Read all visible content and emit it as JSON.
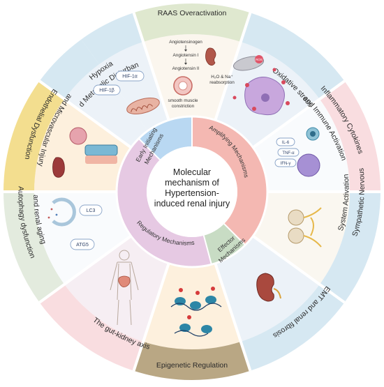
{
  "center": {
    "lines": [
      "Molecular",
      "mechanism of",
      "Hypertension-",
      "induced renal injury"
    ]
  },
  "inner_ring": {
    "early": [
      "Early Initiating",
      "Mechanisms"
    ],
    "amplifying": "Amplifying Mechanisms",
    "regulatory": "Regulatory Mechanisms",
    "effector": [
      "Effector",
      "Mechanisms"
    ]
  },
  "outer_ring": {
    "hypoxia": [
      "Hypoxia",
      "and Metabolic Disturbance"
    ],
    "raas": "RAAS Overactivation",
    "oxidative": "Oxidative stress",
    "inflammatory": [
      "Inflammatory Cytokines",
      "and Immune Activation"
    ],
    "sympathetic": [
      "Sympathetic Nervous",
      "System Activation"
    ],
    "emt": "EMT and renal fibrosis",
    "epigenetic": "Epigenetic Regulation",
    "gut": "The gut-kidney axis",
    "autophagy": [
      "Autophagy dysfunction",
      "and renal aging"
    ],
    "endothelial": [
      "Endothelial Dysfunction",
      "and Microvascular Injury"
    ]
  },
  "details": {
    "hif1a": "HIF-1α",
    "hif1b": "HIF-1β",
    "angiotensinogen": "Angiotensinogen",
    "angiotensin1": "Angiotensin I",
    "angiotensin2": "Angiotensin II",
    "reabsorption_top": "H₂O & Na⁺",
    "reabsorption_bottom": "reabsorption",
    "smooth_top": "smooth muscle",
    "smooth_bottom": "constriction",
    "ros": "ROS",
    "il6": "IL-6",
    "tnfa": "TNF-α",
    "ifng": "IFN-γ",
    "lc3": "LC3",
    "atg5": "ATG5"
  },
  "colors": {
    "early": "#b9d8f2",
    "amplifying": "#f4b8b2",
    "regulatory": "#e6c9e3",
    "effector": "#c8dcc4",
    "raas_band": "#dfe8cf",
    "endothelial_band": "#f3de8f",
    "epigenetic_band": "#b9a784",
    "band_blue": "#d6e8f2",
    "band_pink": "#f9dde0",
    "band_green": "#e3ebde"
  }
}
